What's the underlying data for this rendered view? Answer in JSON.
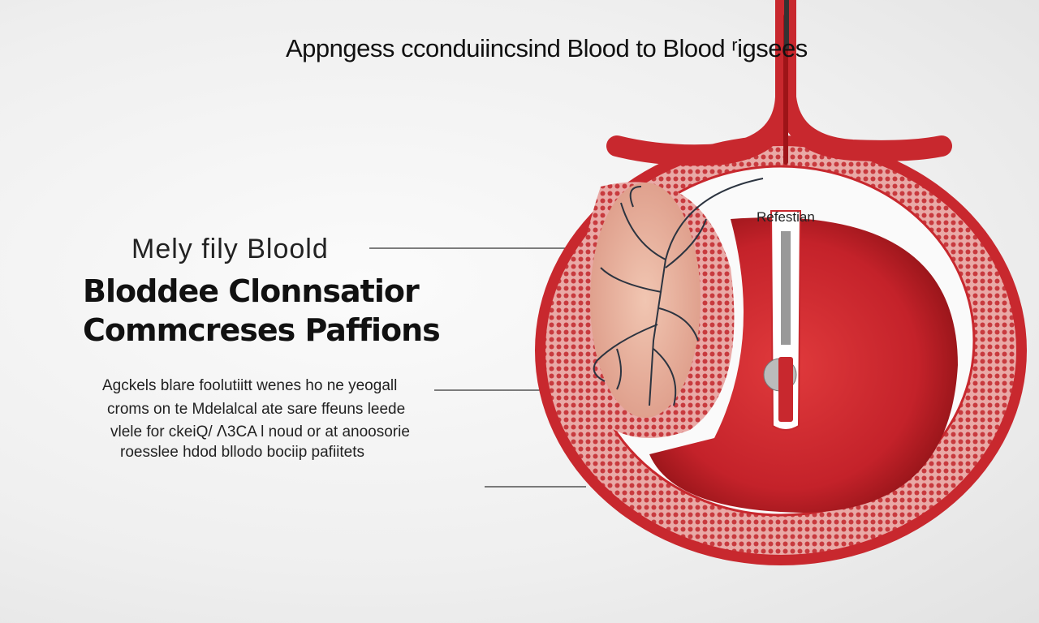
{
  "title": "Appngess cconduiincsind Blood to Blood ʳigsees",
  "subtitle": "Mely fily Bloold",
  "heading": [
    "Bloddee Clonnsatior",
    "Commcreses Paffions"
  ],
  "body_lines": [
    "Agckels blare foolutiitt wenes ho ne yeogall",
    "croms on te Mdelalcal ate sare ffeuns leede",
    "vlele for ckeiQ/​ ᐱ3CA l noud or at anoosorie",
    "roesslee hdod bllodo bociip pafiitets"
  ],
  "diagram_label": "Refestian",
  "colors": {
    "blood_red": "#c8282e",
    "dark_red": "#9e1418",
    "tissue_pink": "#e7b3a0",
    "vein": "#2c3440"
  }
}
